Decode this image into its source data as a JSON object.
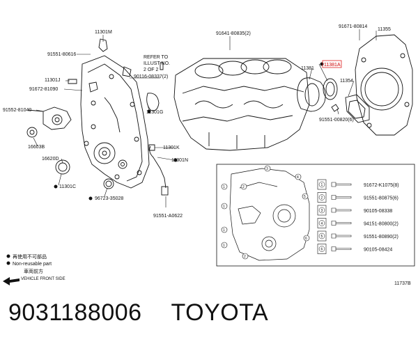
{
  "parts": {
    "p11301M": "11301M",
    "p91641": "91641-80835(2)",
    "p91671": "91671-80814",
    "p11355": "11355",
    "p91551_80616": "91551-80616",
    "p11301J": "11301J",
    "p91672_81090": "91672-81090",
    "p90116": "90116-08337(2)",
    "p11381": "11381",
    "p11381A": "11381A",
    "p11354": "11354",
    "p91552": "91552-81040",
    "p11301G": "11301G",
    "p91551_00820": "91551-00820(6)",
    "p16603B": "16603B",
    "p16620D": "16620D",
    "p11301K": "11301K",
    "p11301N": "11301N",
    "p11301C": "11301C",
    "p96723": "96723-35028",
    "p91551_A0622": "91551-A0622"
  },
  "note": {
    "line1": "REFER TO",
    "line2": "ILLUST NO.",
    "line3": "2 OF 2"
  },
  "inset_table": [
    {
      "num": "1",
      "part": "91672-K1075(8)"
    },
    {
      "num": "2",
      "part": "91551-80875(6)"
    },
    {
      "num": "3",
      "part": "90105-08338"
    },
    {
      "num": "4",
      "part": "94151-80800(2)"
    },
    {
      "num": "5",
      "part": "91551-80890(2)"
    },
    {
      "num": "6",
      "part": "90105-08424"
    }
  ],
  "legend": {
    "line1": "再使用不可部品",
    "line2": "Non-reusable part",
    "line3": "車両前方",
    "line4": "VEHICLE FRONT SIDE"
  },
  "illust_no": "11737B",
  "footer": {
    "part_number": "9031188006",
    "brand": "TOYOTA"
  }
}
